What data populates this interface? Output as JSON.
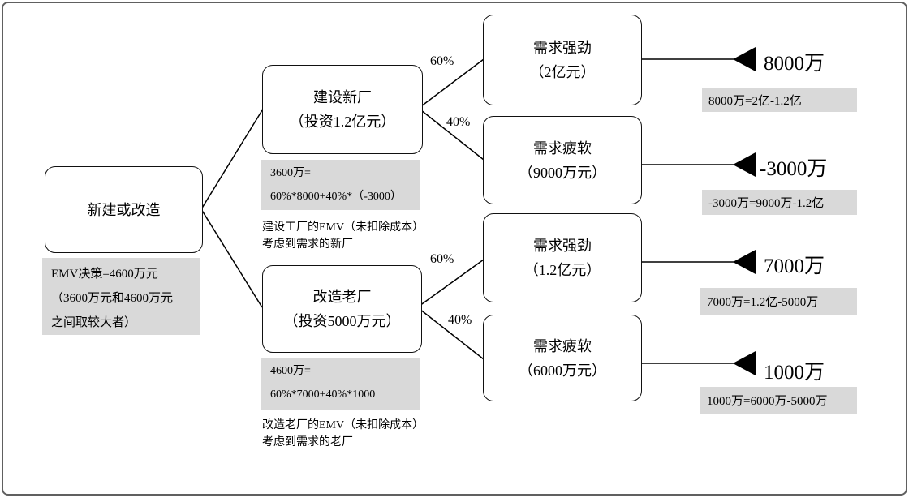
{
  "diagram": {
    "root": {
      "label": "新建或改造",
      "note_line1": "EMV决策=4600万元",
      "note_line2": "（3600万元和4600万元",
      "note_line3": "之间取较大者）"
    },
    "decisions": [
      {
        "title": "建设新厂",
        "subtitle": "（投资1.2亿元）",
        "note_line1": "3600万=",
        "note_line2": "60%*8000+40%*（-3000）",
        "caption_line1": "建设工厂的EMV（未扣除成本）",
        "caption_line2": "考虑到需求的新厂"
      },
      {
        "title": "改造老厂",
        "subtitle": "（投资5000万元）",
        "note_line1": "4600万=",
        "note_line2": "60%*7000+40%*1000",
        "caption_line1": "改造老厂的EMV（未扣除成本）",
        "caption_line2": "考虑到需求的老厂"
      }
    ],
    "outcomes": [
      {
        "title": "需求强劲",
        "subtitle": "（2亿元）",
        "probability": "60%",
        "value": "8000万",
        "formula": "8000万=2亿-1.2亿"
      },
      {
        "title": "需求疲软",
        "subtitle": "（9000万元）",
        "probability": "40%",
        "value": "-3000万",
        "formula": "-3000万=9000万-1.2亿"
      },
      {
        "title": "需求强劲",
        "subtitle": "（1.2亿元）",
        "probability": "60%",
        "value": "7000万",
        "formula": "7000万=1.2亿-5000万"
      },
      {
        "title": "需求疲软",
        "subtitle": "（6000万元）",
        "probability": "40%",
        "value": "1000万",
        "formula": "1000万=6000万-5000万"
      }
    ],
    "colors": {
      "note_bg": "#d9d9d9",
      "line": "#000000",
      "frame": "#606060",
      "node_border": "#111111"
    }
  }
}
